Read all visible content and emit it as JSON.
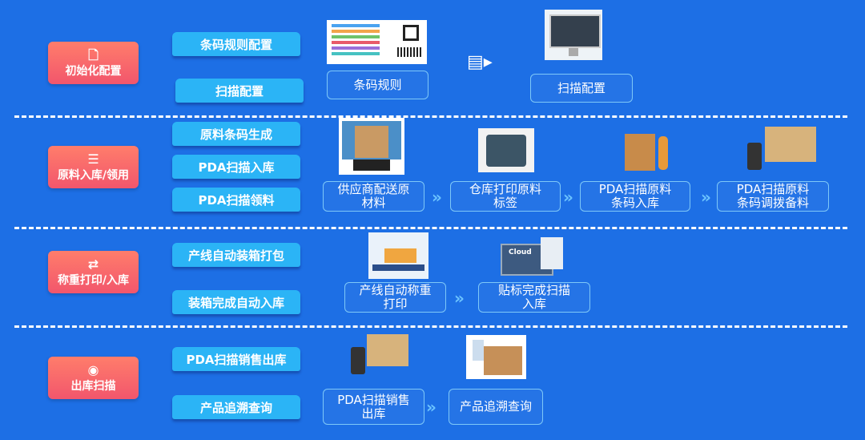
{
  "sections": [
    {
      "title": "初始化配置",
      "icon": "document-plus-icon",
      "chips": [
        "条码规则配置",
        "扫描配置"
      ],
      "steps": [
        "条码规则",
        "扫描配置"
      ]
    },
    {
      "title": "原料入库/领用",
      "icon": "list-document-icon",
      "chips": [
        "原料条码生成",
        "PDA扫描入库",
        "PDA扫描领料"
      ],
      "steps": [
        "供应商配送原材料",
        "仓库打印原料标签",
        "PDA扫描原料条码入库",
        "PDA扫描原料条码调拨备料"
      ]
    },
    {
      "title": "称重打印/入库",
      "icon": "flow-icon",
      "chips": [
        "产线自动装箱打包",
        "装箱完成自动入库"
      ],
      "steps": [
        "产线自动称重打印",
        "贴标完成扫描入库"
      ]
    },
    {
      "title": "出库扫描",
      "icon": "scan-circle-icon",
      "chips": [
        "PDA扫描销售出库",
        "产品追溯查询"
      ],
      "steps": [
        "PDA扫描销售出库",
        "产品追溯查询"
      ]
    }
  ],
  "cloud_label": "Cloud",
  "arrow_glyph": "»"
}
